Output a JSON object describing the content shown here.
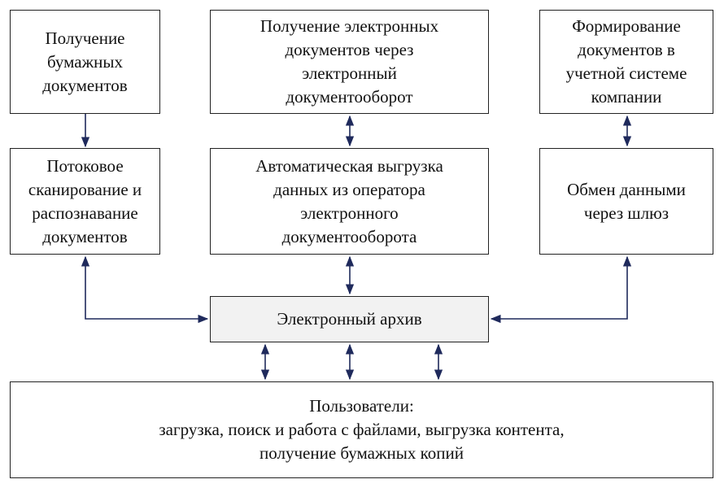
{
  "nodes": {
    "paper_receive": {
      "lines": [
        "Получение",
        "бумажных",
        "документов"
      ]
    },
    "edi_receive": {
      "lines": [
        "Получение электронных",
        "документов через",
        "электронный",
        "документооборот"
      ]
    },
    "company_docs": {
      "lines": [
        "Формирование",
        "документов в",
        "учетной системе",
        "компании"
      ]
    },
    "scanning": {
      "lines": [
        "Потоковое",
        "сканирование и",
        "распознавание",
        "документов"
      ]
    },
    "auto_export": {
      "lines": [
        "Автоматическая выгрузка",
        "данных из оператора",
        "электронного",
        "документооборота"
      ]
    },
    "gateway": {
      "lines": [
        "Обмен данными",
        "через шлюз"
      ]
    },
    "archive": {
      "lines": [
        "Электронный архив"
      ]
    },
    "users": {
      "lines": [
        "Пользователи:",
        "загрузка, поиск и работа с файлами, выгрузка контента,",
        "получение бумажных копий"
      ]
    }
  },
  "colors": {
    "arrow": "#1f2a5c",
    "border": "#222222",
    "archive_fill": "#f2f2f2"
  }
}
